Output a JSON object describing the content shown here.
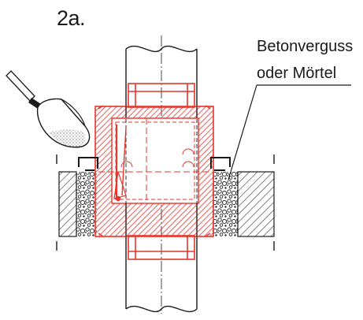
{
  "step_label": "2a.",
  "callout": {
    "line1": "Betonverguss",
    "line2": "oder Mörtel"
  },
  "colors": {
    "outline": "#1a1a1a",
    "sleeve_red": "#e8342c",
    "hatch": "#333333",
    "background": "#ffffff"
  },
  "icons": [
    "scoop-icon"
  ]
}
